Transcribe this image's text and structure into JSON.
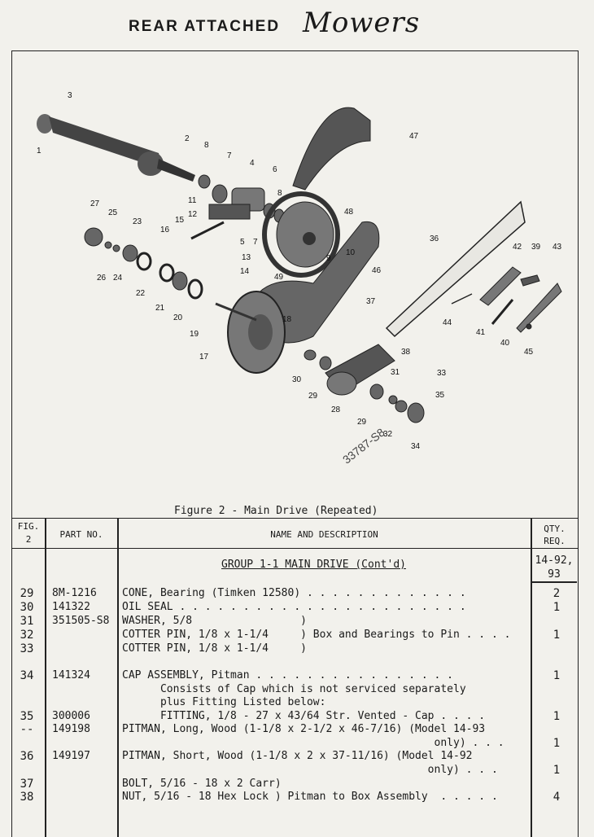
{
  "header": {
    "title_bold": "REAR ATTACHED",
    "title_script": "Mowers"
  },
  "diagram": {
    "callouts": [
      "1",
      "2",
      "3",
      "4",
      "5",
      "6",
      "7",
      "7",
      "8",
      "8",
      "9",
      "10",
      "11",
      "12",
      "13",
      "14",
      "15",
      "16",
      "17",
      "18",
      "19",
      "20",
      "21",
      "22",
      "23",
      "24",
      "25",
      "26",
      "27",
      "28",
      "29",
      "29",
      "30",
      "31",
      "32",
      "33",
      "34",
      "35",
      "36",
      "37",
      "38",
      "39",
      "40",
      "41",
      "42",
      "43",
      "44",
      "45",
      "46",
      "47",
      "48",
      "49"
    ],
    "stamp": "33787-S8"
  },
  "caption": "Figure 2 - Main Drive (Repeated)",
  "table": {
    "headers": {
      "fig": "FIG.",
      "fig_num": "2",
      "part": "PART NO.",
      "name": "NAME AND DESCRIPTION",
      "qty": "QTY.",
      "qty2": "REQ."
    },
    "group": "GROUP 1-1  MAIN DRIVE (Cont'd)",
    "qty_models": [
      "14-92,",
      "93"
    ],
    "rows": [
      {
        "fig": "29",
        "part": "8M-1216",
        "desc": "CONE, Bearing (Timken 12580) . . . . . . . . . . . . .",
        "qty": "2"
      },
      {
        "fig": "30",
        "part": "141322",
        "desc": "OIL SEAL . . . . . . . . . . . . . . . . . . . . . . .",
        "qty": "1"
      },
      {
        "fig": "31",
        "part": "351505-S8",
        "desc": "WASHER, 5/8                 )",
        "qty": ""
      },
      {
        "fig": "32",
        "part": "",
        "desc": "COTTER PIN, 1/8 x 1-1/4     ) Box and Bearings to Pin . . . .",
        "qty": "1"
      },
      {
        "fig": "33",
        "part": "",
        "desc": "COTTER PIN, 1/8 x 1-1/4     )",
        "qty": ""
      },
      {
        "fig": "34",
        "part": "141324",
        "desc": "CAP ASSEMBLY, Pitman . . . . . . . . . . . . . . . .",
        "qty": "1"
      },
      {
        "fig": "",
        "part": "",
        "desc": "      Consists of Cap which is not serviced separately",
        "qty": ""
      },
      {
        "fig": "",
        "part": "",
        "desc": "      plus Fitting Listed below:",
        "qty": ""
      },
      {
        "fig": "35",
        "part": "300006",
        "desc": "      FITTING, 1/8 - 27 x 43/64 Str. Vented - Cap . . . .",
        "qty": "1"
      },
      {
        "fig": "--",
        "part": "149198",
        "desc": "PITMAN, Long, Wood (1-1/8 x 2-1/2 x 46-7/16) (Model 14-93",
        "qty": ""
      },
      {
        "fig": "",
        "part": "",
        "desc": "                                                 only) . . .",
        "qty": "1"
      },
      {
        "fig": "36",
        "part": "149197",
        "desc": "PITMAN, Short, Wood (1-1/8 x 2 x 37-11/16) (Model 14-92",
        "qty": ""
      },
      {
        "fig": "",
        "part": "",
        "desc": "                                                only) . . .",
        "qty": "1"
      },
      {
        "fig": "37",
        "part": "",
        "desc": "BOLT, 5/16 - 18 x 2 Carr)",
        "qty": ""
      },
      {
        "fig": "38",
        "part": "",
        "desc": "NUT, 5/16 - 18 Hex Lock ) Pitman to Box Assembly  . . . . .",
        "qty": "4"
      }
    ]
  },
  "colors": {
    "paper": "#f2f1ec",
    "ink": "#1a1a1a",
    "metal": "#555555"
  }
}
